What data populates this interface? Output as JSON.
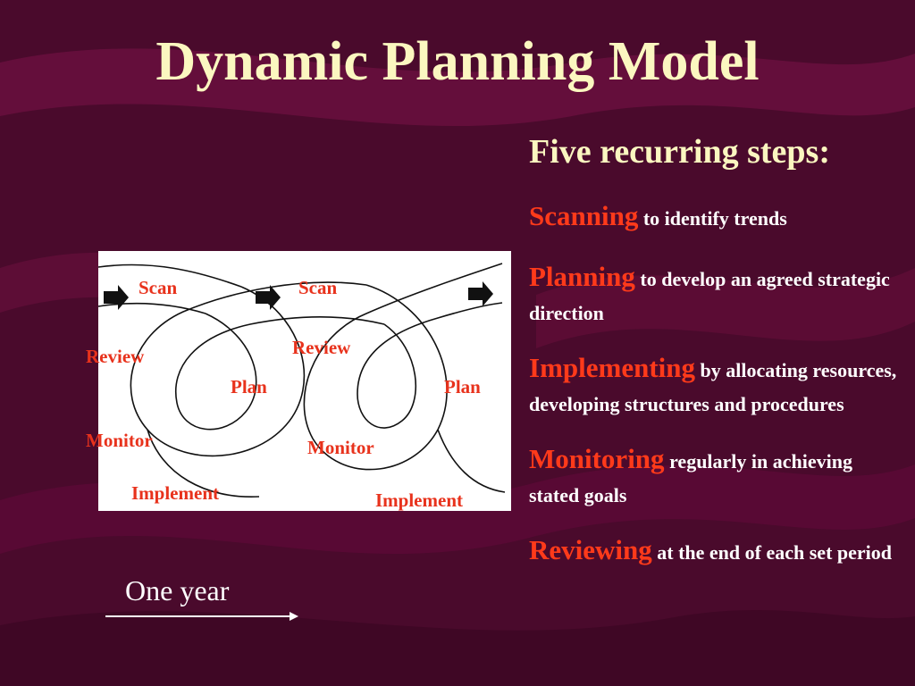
{
  "slide": {
    "title": "Dynamic Planning Model"
  },
  "diagram": {
    "labels": {
      "scan_1": "Scan",
      "scan_2": "Scan",
      "review_1": "Review",
      "review_2": "Review",
      "plan_1": "Plan",
      "plan_2": "Plan",
      "monitor_1": "Monitor",
      "monitor_2": "Monitor",
      "implement_1": "Implement",
      "implement_2": "Implement"
    },
    "timeline_label": "One year"
  },
  "steps": {
    "heading": "Five recurring steps:",
    "items": [
      {
        "name": "Scanning",
        "desc": "to identify trends"
      },
      {
        "name": "Planning",
        "desc": "to develop an agreed strategic direction"
      },
      {
        "name": "Implementing",
        "desc": "by allocating resources, developing structures and procedures"
      },
      {
        "name": "Monitoring",
        "desc": "regularly in achieving stated goals"
      },
      {
        "name": "Reviewing",
        "desc": "at the end of each set period"
      }
    ]
  },
  "colors": {
    "background": "#4a0a2c",
    "title": "#fbf7c0",
    "step_name": "#ff3a1a",
    "diagram_label": "#e8321c"
  }
}
